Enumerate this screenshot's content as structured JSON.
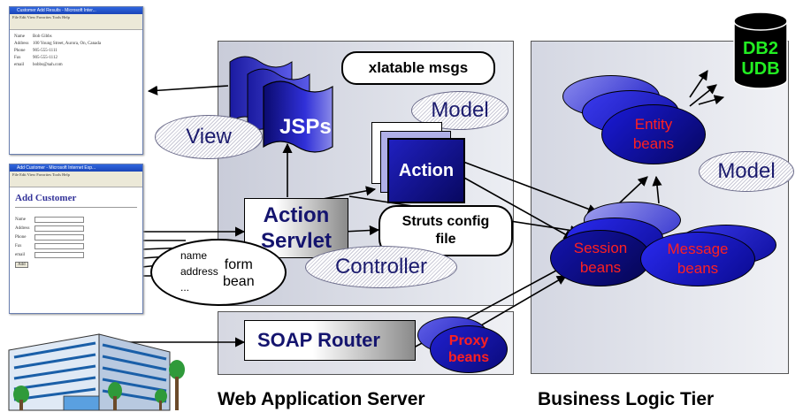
{
  "browser_view": {
    "title": "Customer Add Results - Microsoft Inter...",
    "menu": "File  Edit  View  Favorites  Tools  Help",
    "fields": [
      {
        "label": "Name",
        "value": "Bob Gibbs"
      },
      {
        "label": "Address",
        "value": "100 Young Street, Aurora, On, Canada"
      },
      {
        "label": "Phone",
        "value": "905-555-1111"
      },
      {
        "label": "Fax",
        "value": "905-555-1112"
      },
      {
        "label": "email",
        "value": "bobbs@nah.com"
      }
    ]
  },
  "browser_form": {
    "title": "Add Customer - Microsoft Internet Exp...",
    "menu": "File  Edit  View  Favorites  Tools  Help",
    "heading": "Add Customer",
    "field_labels": [
      "Name",
      "Address",
      "Phone",
      "Fax",
      "email"
    ],
    "submit": "Add"
  },
  "web_app_server": {
    "title": "Web Application Server",
    "xlatable": "xlatable msgs",
    "jsps": "JSPs",
    "action": "Action",
    "action_servlet_line1": "Action",
    "action_servlet_line2": "Servlet",
    "struts_config_line1": "Struts config",
    "struts_config_line2": "file",
    "view_label": "View",
    "model_label": "Model",
    "controller_label": "Controller",
    "form_bean": {
      "fields": [
        "name",
        "address",
        "..."
      ],
      "line1": "form",
      "line2": "bean"
    }
  },
  "soap": {
    "router": "SOAP Router",
    "proxy_line1": "Proxy",
    "proxy_line2": "beans"
  },
  "business_tier": {
    "title": "Business Logic Tier",
    "db_line1": "DB2",
    "db_line2": "UDB",
    "entity_line1": "Entity",
    "entity_line2": "beans",
    "model_label": "Model",
    "session_line1": "Session",
    "session_line2": "beans",
    "message_line1": "Message",
    "message_line2": "beans"
  },
  "colors": {
    "server_bg": "#e2e4ec",
    "bean_blue": "#1a1adb",
    "bean_dark": "#0a0a7a",
    "bean_text": "#ff2020",
    "db_green": "#22ee22",
    "title_navy": "#14146e"
  }
}
